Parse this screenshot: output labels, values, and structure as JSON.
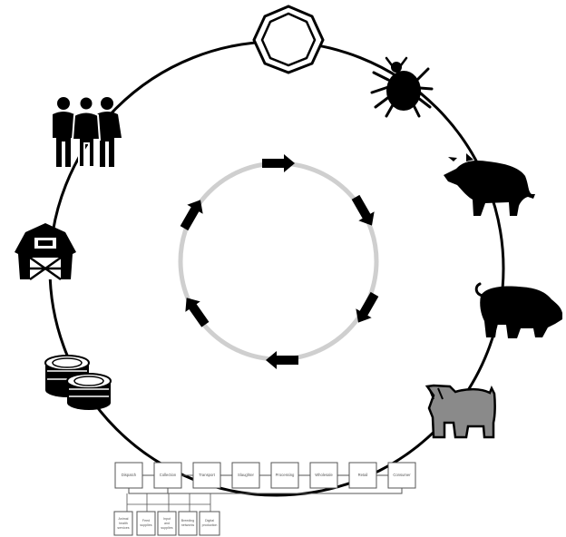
{
  "colors": {
    "outer_ring": "#000000",
    "inner_ring": "#cfcfcf",
    "arrows": "#000000",
    "icons": "#000000",
    "bear_fill": "#8a8a8a",
    "box_stroke": "#555555"
  },
  "outer_ring_icons": [
    "heptagon-icon",
    "tick-icon",
    "warthog-icon",
    "pig-icon",
    "bear-icon",
    "coins-icon",
    "barn-icon",
    "people-icon"
  ],
  "inner_cycle": {
    "arrow_count": 6,
    "direction": "clockwise"
  },
  "flowchart": {
    "main_steps": [
      "Dispatch",
      "Collection",
      "Transport",
      "Slaughter",
      "Processing",
      "Wholesale",
      "Retail",
      "Consumer"
    ],
    "sub_steps": [
      [
        "Animal",
        "health",
        "services"
      ],
      [
        "Feed",
        "supplies"
      ],
      [
        "Input",
        "and",
        "supplies"
      ],
      [
        "Breeding",
        "networks"
      ],
      [
        "Digital",
        "production"
      ]
    ]
  }
}
